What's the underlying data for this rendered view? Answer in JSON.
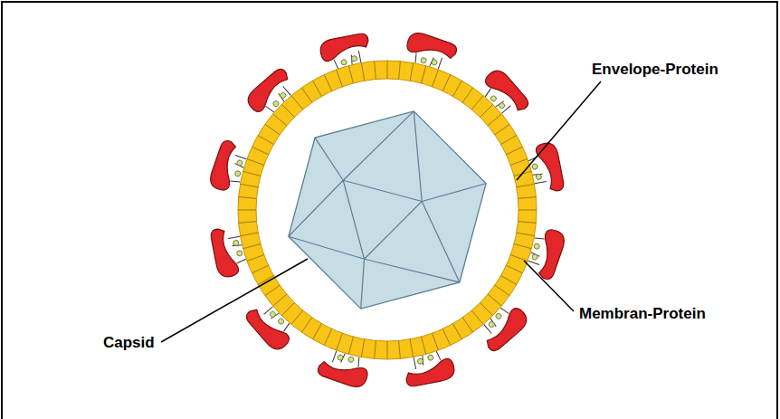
{
  "diagram": {
    "labels": [
      "Envelope-Protein",
      "Membran-Protein",
      "Capsid"
    ]
  }
}
